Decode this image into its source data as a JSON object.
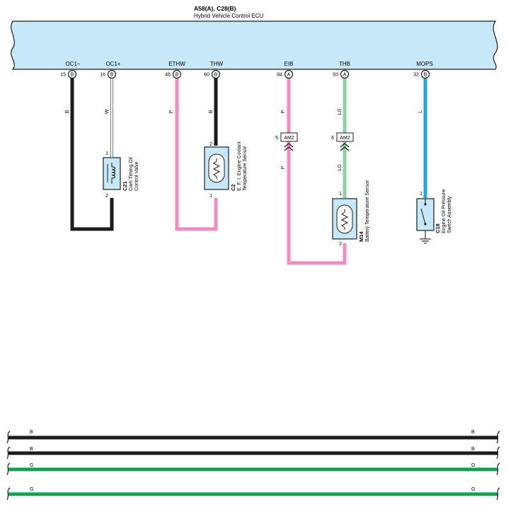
{
  "ecu": {
    "code": "A58(A), C28(B)",
    "name": "Hybrid Vehicle Control ECU",
    "fill_color": "#c6e8f8"
  },
  "terminals": [
    {
      "name": "OC1−",
      "pin": "15",
      "connector": "B"
    },
    {
      "name": "OC1+",
      "pin": "16",
      "connector": "B"
    },
    {
      "name": "ETHW",
      "pin": "46",
      "connector": "B"
    },
    {
      "name": "THW",
      "pin": "60",
      "connector": "B"
    },
    {
      "name": "EIB",
      "pin": "84",
      "connector": "A"
    },
    {
      "name": "THB",
      "pin": "83",
      "connector": "A"
    },
    {
      "name": "MOPS",
      "pin": "32",
      "connector": "B"
    }
  ],
  "wire_colors": {
    "B": "B",
    "W": "W",
    "P": "P",
    "LG": "LG",
    "L": "L",
    "G": "G"
  },
  "colors": {
    "black": "#1c1c1c",
    "pink": "#f28cc0",
    "light_green": "#8fd1a0",
    "blue": "#1ea6e6",
    "green": "#14a050",
    "component_fill": "#c6e8f8"
  },
  "junctions": [
    {
      "pin": "5",
      "name": "AM2"
    },
    {
      "pin": "6",
      "name": "AM2"
    }
  ],
  "components": [
    {
      "code": "C21",
      "name_line1": "Cam Timing Oil",
      "name_line2": "Control Valve",
      "pin1": "1",
      "pin2": "2"
    },
    {
      "code": "C2",
      "name_line1": "E. F. I. Engine Coolant",
      "name_line2": "Temperature Sensor",
      "pin1": "2",
      "pin2": "1"
    },
    {
      "code": "M14",
      "name_line1": "Battery Temperature Sensor",
      "pin1": "1",
      "pin2": "2"
    },
    {
      "code": "C18",
      "name_line1": "Engine Oil Pressure",
      "name_line2": "Switch Assembly",
      "pin1": "1"
    }
  ],
  "legend_wires": [
    {
      "color": "B"
    },
    {
      "color": "B"
    },
    {
      "color": "G"
    },
    {
      "color": "G"
    }
  ]
}
